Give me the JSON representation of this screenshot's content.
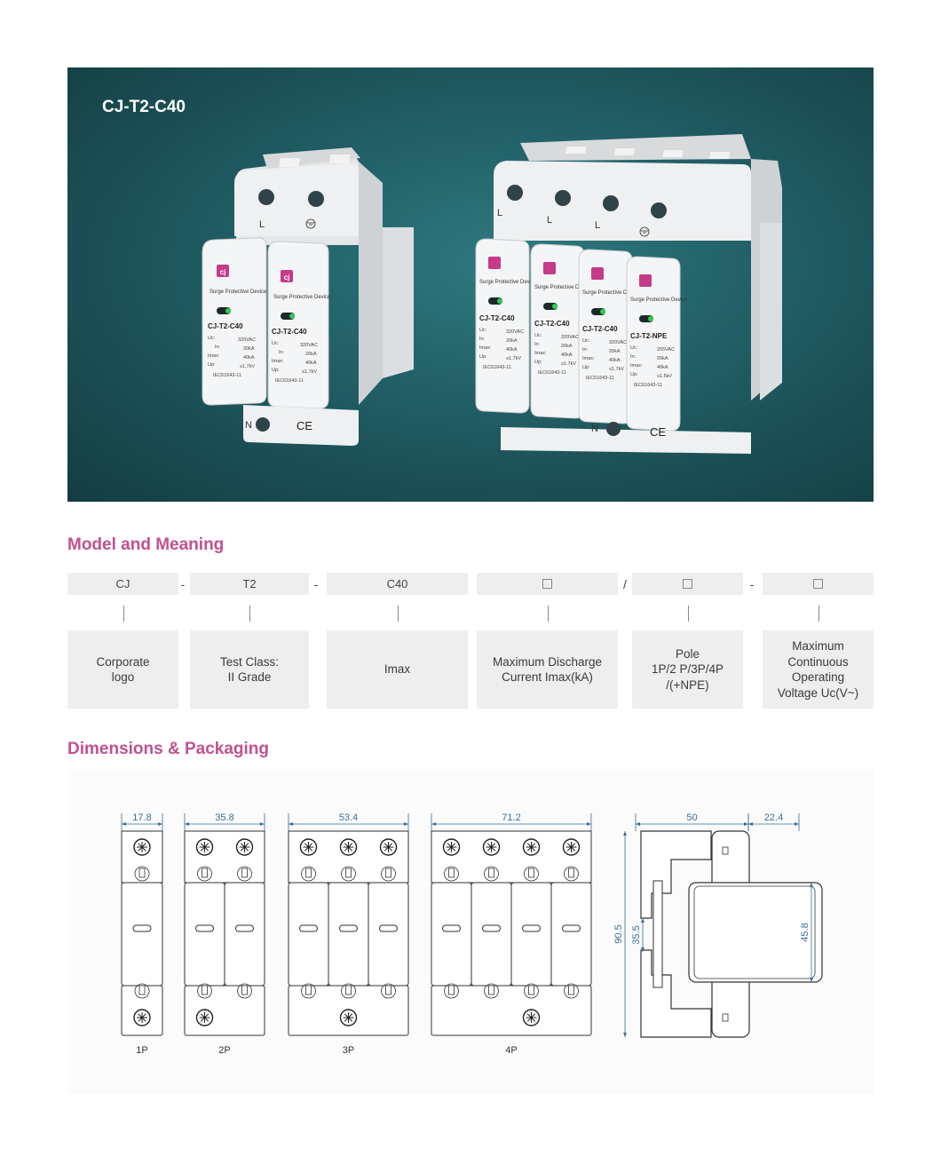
{
  "hero": {
    "title": "CJ-T2-C40",
    "background_color": "#1f5a60",
    "products": [
      {
        "name": "2P device",
        "top_terminals": [
          "L",
          "ground-symbol"
        ],
        "bottom_terminal": "N",
        "mark": "CE",
        "modules": [
          {
            "heading": "Surge Protective Device",
            "model": "CJ-T2-C40",
            "uc_label": "Uc:",
            "uc": "320VAC",
            "in_label": "In:",
            "in": "20kA",
            "imax_label": "Imax:",
            "imax": "40kA",
            "up_label": "Up:",
            "up": "≤1.7kV",
            "standard": "IEC61643-11"
          },
          {
            "heading": "Surge Protective Device",
            "model": "CJ-T2-C40",
            "uc_label": "Uc:",
            "uc": "320VAC",
            "in_label": "In:",
            "in": "20kA",
            "imax_label": "Imax:",
            "imax": "40kA",
            "up_label": "Up:",
            "up": "≤1.7kV",
            "standard": "IEC61643-11"
          }
        ]
      },
      {
        "name": "4P device",
        "top_terminals": [
          "L",
          "L",
          "L",
          "ground-symbol"
        ],
        "bottom_terminal": "N",
        "mark": "CE",
        "modules": [
          {
            "heading": "Surge Protective Device",
            "model": "CJ-T2-C40",
            "uc_label": "Uc:",
            "uc": "320VAC",
            "in_label": "In:",
            "in": "20kA",
            "imax_label": "Imax:",
            "imax": "40kA",
            "up_label": "Up:",
            "up": "≤1.7kV",
            "standard": "IEC61643-11"
          },
          {
            "heading": "Surge Protective Device",
            "model": "CJ-T2-C40",
            "uc_label": "Uc:",
            "uc": "320VAC",
            "in_label": "In:",
            "in": "20kA",
            "imax_label": "Imax:",
            "imax": "40kA",
            "up_label": "Up:",
            "up": "≤1.7kV",
            "standard": "IEC61643-11"
          },
          {
            "heading": "Surge Protective Device",
            "model": "CJ-T2-C40",
            "uc_label": "Uc:",
            "uc": "320VAC",
            "in_label": "In:",
            "in": "20kA",
            "imax_label": "Imax:",
            "imax": "40kA",
            "up_label": "Up:",
            "up": "≤1.7kV",
            "standard": "IEC61643-11"
          },
          {
            "heading": "Surge Protective Device",
            "model": "CJ-T2-NPE",
            "uc_label": "Uc:",
            "uc": "255VAC",
            "in_label": "In:",
            "in": "20kA",
            "imax_label": "Imax:",
            "imax": "40kA",
            "up_label": "Up:",
            "up": "≤1.5kV",
            "standard": "IEC61643-11"
          }
        ]
      }
    ]
  },
  "model_meaning": {
    "title": "Model and Meaning",
    "accent_color": "#c2508f",
    "codes": [
      "CJ",
      "T2",
      "C40",
      "□",
      "□",
      "□"
    ],
    "separators": [
      "-",
      "-",
      "",
      "/",
      "-"
    ],
    "descriptions": [
      "Corporate\nlogo",
      "Test Class:\nII Grade",
      "Imax",
      "Maximum Discharge\nCurrent Imax(kA)",
      "Pole\n1P/2 P/3P/4P\n/(+NPE)",
      "Maximum\nContinuous\nOperating\nVoltage Uc(V~)"
    ]
  },
  "dimensions": {
    "title": "Dimensions & Packaging",
    "dimension_color": "#3a6e9a",
    "front_views": [
      {
        "label": "1P",
        "width_mm": "17.8"
      },
      {
        "label": "2P",
        "width_mm": "35.8"
      },
      {
        "label": "3P",
        "width_mm": "53.4"
      },
      {
        "label": "4P",
        "width_mm": "71.2"
      }
    ],
    "side_view": {
      "depth_mm": "50",
      "front_depth_mm": "22.4",
      "height_mm": "90.5",
      "rail_mm": "35.5",
      "front_height_mm": "45.8"
    }
  }
}
